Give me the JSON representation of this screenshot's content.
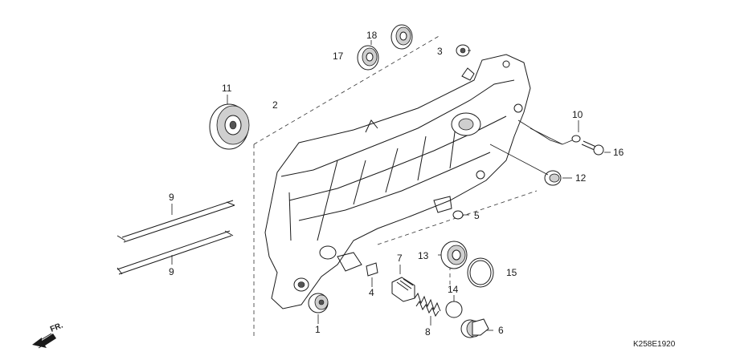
{
  "diagram": {
    "part_labels": {
      "p1": "1",
      "p2": "2",
      "p3": "3",
      "p4": "4",
      "p5": "5",
      "p6": "6",
      "p7": "7",
      "p8": "8",
      "p9a": "9",
      "p9b": "9",
      "p10": "10",
      "p11": "11",
      "p12": "12",
      "p13": "13",
      "p14": "14",
      "p15": "15",
      "p16": "16",
      "p17": "17",
      "p18": "18"
    },
    "front_marker": "FR.",
    "drawing_code": "K258E1920"
  }
}
